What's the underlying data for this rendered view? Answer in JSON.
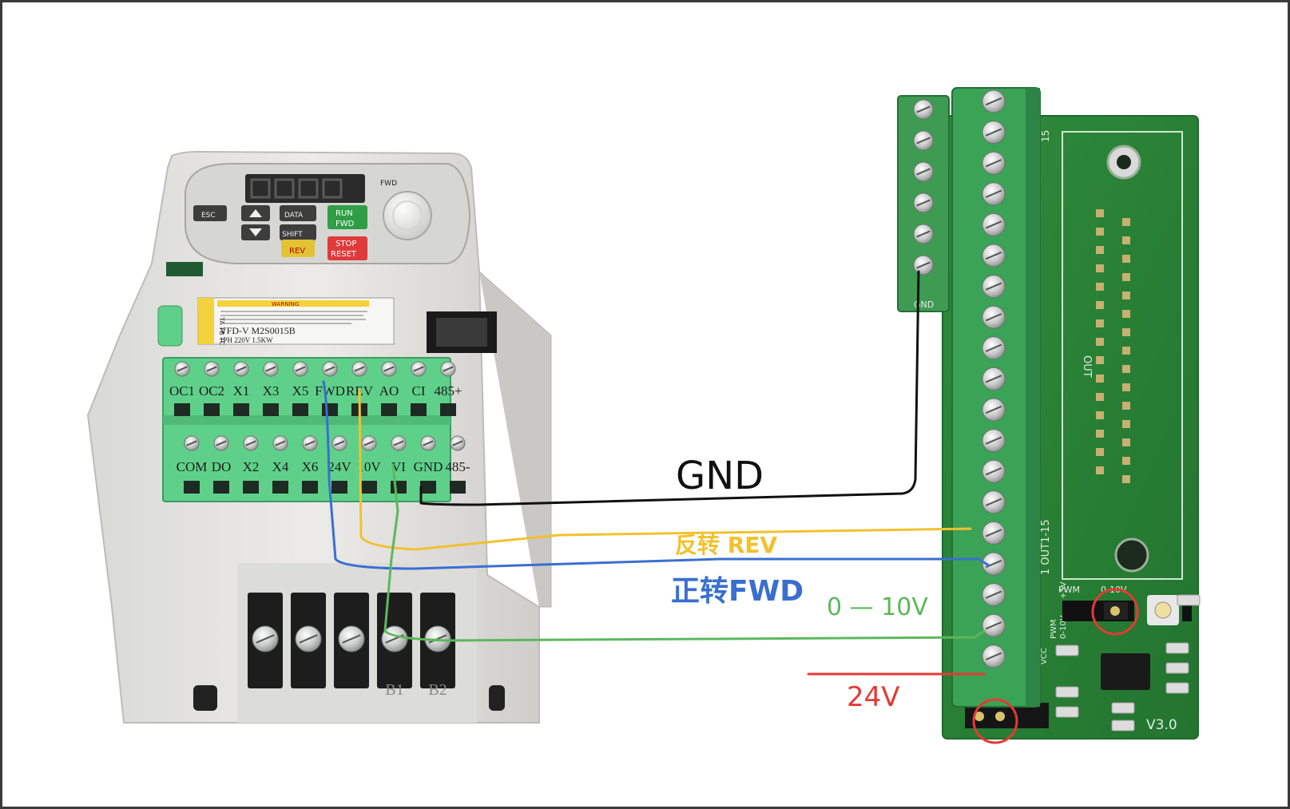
{
  "vfd": {
    "model_line": "VFD-V M2S0015B",
    "spec_line": "1PH 220V 1.5KW",
    "warning": "WARNING",
    "side_tag": "TA TB TC",
    "fwd_indicator": "FWD",
    "keys": {
      "esc": "ESC",
      "data": "DATA",
      "shift": "SHIFT",
      "run_fwd_1": "RUN",
      "run_fwd_2": "FWD",
      "rev": "REV",
      "stop_1": "STOP",
      "stop_2": "RESET"
    },
    "top_terminals": [
      "OC1",
      "OC2",
      "X1",
      "X3",
      "X5",
      "FWD",
      "REV",
      "AO",
      "CI",
      "485+"
    ],
    "bottom_terminals": [
      "COM",
      "DO",
      "X2",
      "X4",
      "X6",
      "24V",
      "10V",
      "VI",
      "GND",
      "485-"
    ],
    "power_terminals": [
      "B1",
      "B2"
    ]
  },
  "board": {
    "version": "V3.0",
    "out_label": "OUT",
    "gnd_label": "GND",
    "num_15": "15",
    "out_range": "1 OUT1-15",
    "pwm_label": "PWM",
    "v010_label": "0-10V",
    "side_1": "VCC",
    "side_2": "PWM",
    "side_3": "0-10V",
    "side_4": "+5V"
  },
  "annotations": {
    "gnd": "GND",
    "rev": "反转 REV",
    "fwd": "正转FWD",
    "v010": "0 — 10V",
    "v24": "24V"
  },
  "colors": {
    "gnd_wire": "#111111",
    "rev_wire": "#f2c12e",
    "fwd_wire": "#3a6fd0",
    "analog_wire": "#5cb85c",
    "power_wire": "#e53935",
    "pcb_green": "#2f8a3c",
    "terminal_green": "#5fd08a"
  }
}
